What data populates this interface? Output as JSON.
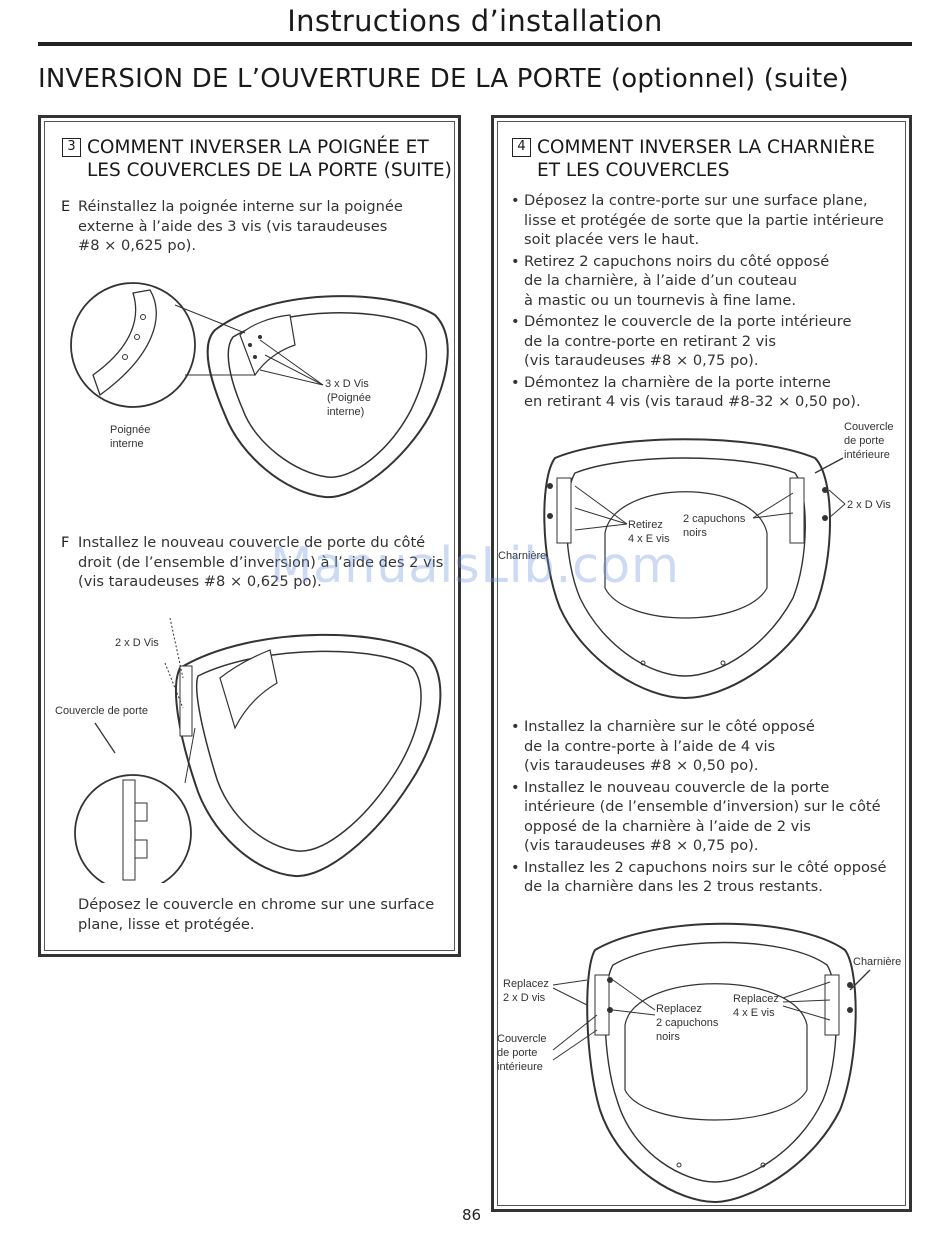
{
  "header": {
    "title": "Instructions d’installation"
  },
  "page_title": "INVERSION DE L’OUVERTURE DE LA PORTE (optionnel) (suite)",
  "left_section": {
    "number": "3",
    "heading_lines": [
      "COMMENT INVERSER LA POIGNÉE ET",
      "LES COUVERCLES DE LA PORTE (SUITE)"
    ],
    "step_e": {
      "letter": "E",
      "lines": [
        "Réinstallez la poignée interne sur la poignée",
        "externe à l’aide des 3 vis (vis taraudeuses",
        "#8 × 0,625 po)."
      ]
    },
    "fig_e": {
      "label_screws": [
        "3 x D Vis",
        "(Poignée",
        "interne)"
      ],
      "label_handle": [
        "Poignée",
        "interne"
      ]
    },
    "step_f": {
      "letter": "F",
      "lines": [
        "Installez le nouveau couvercle de porte du côté",
        "droit (de l’ensemble d’inversion) à l’aide des 2 vis",
        "(vis taraudeuses #8 × 0,625 po)."
      ]
    },
    "fig_f": {
      "label_screws": "2 x D Vis",
      "label_cover": "Couvercle de porte"
    },
    "closing_lines": [
      "Déposez le couvercle en chrome sur une surface",
      "plane, lisse et protégée."
    ]
  },
  "right_section": {
    "number": "4",
    "heading_lines": [
      "COMMENT INVERSER LA CHARNIÈRE",
      "ET LES COUVERCLES"
    ],
    "bullets_top": [
      [
        "Déposez la contre-porte sur une surface plane,",
        "lisse et protégée de sorte que la partie intérieure",
        "soit placée vers le haut."
      ],
      [
        "Retirez 2 capuchons noirs du côté opposé",
        "de la charnière, à l’aide d’un couteau",
        "à mastic ou un tournevis à fine lame."
      ],
      [
        "Démontez le couvercle de la porte intérieure",
        "de la contre-porte en retirant 2 vis",
        "(vis taraudeuses #8 × 0,75 po)."
      ],
      [
        "Démontez la charnière de la porte interne",
        "en retirant 4 vis (vis taraud #8-32 × 0,50 po)."
      ]
    ],
    "fig_top": {
      "label_cover": [
        "Couvercle",
        "de porte",
        "intérieure"
      ],
      "label_dvis": "2 x D Vis",
      "label_caps": [
        "2 capuchons",
        "noirs"
      ],
      "label_remove": [
        "Retirez",
        "4 x E vis"
      ],
      "label_hinge": "Charnière"
    },
    "bullets_bottom": [
      [
        "Installez la charnière sur le côté opposé",
        "de la contre-porte à l’aide de 4 vis",
        "(vis taraudeuses #8 × 0,50 po)."
      ],
      [
        "Installez le nouveau couvercle de la porte",
        "intérieure (de l’ensemble d’inversion) sur le côté",
        "opposé de la charnière à l’aide de 2 vis",
        "(vis taraudeuses #8 × 0,75 po)."
      ],
      [
        "Installez les 2 capuchons noirs sur le côté opposé",
        "de la charnière dans les 2 trous restants."
      ]
    ],
    "fig_bottom": {
      "label_replace_d": [
        "Replacez",
        "2 x D vis"
      ],
      "label_cover": [
        "Couvercle",
        "de porte",
        "intérieure"
      ],
      "label_replace_caps": [
        "Replacez",
        "2 capuchons",
        "noirs"
      ],
      "label_replace_e": [
        "Replacez",
        "4 x E vis"
      ],
      "label_hinge": "Charnière"
    }
  },
  "watermark": "ManualsLib.com",
  "page_number": "86"
}
